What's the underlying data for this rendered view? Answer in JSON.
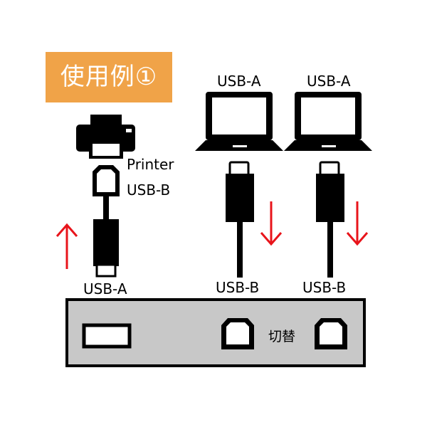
{
  "title": "使用例①",
  "labels": {
    "printer": "Printer",
    "printer_port": "USB-B",
    "left_plug": "USB-A",
    "laptop1_port": "USB-A",
    "laptop2_port": "USB-A",
    "laptop1_plug": "USB-B",
    "laptop2_plug": "USB-B",
    "switch": "切替"
  },
  "icons": [
    "printer-icon",
    "laptop-icon",
    "usb-b-connector-icon",
    "usb-a-connector-icon",
    "up-arrow-icon",
    "down-arrow-icon",
    "usb-a-port-icon",
    "usb-b-port-icon"
  ],
  "colors": {
    "badge": "#f0a348",
    "arrow": "#e8141b",
    "device_body": "#c8c8c8",
    "ink": "#000000"
  }
}
